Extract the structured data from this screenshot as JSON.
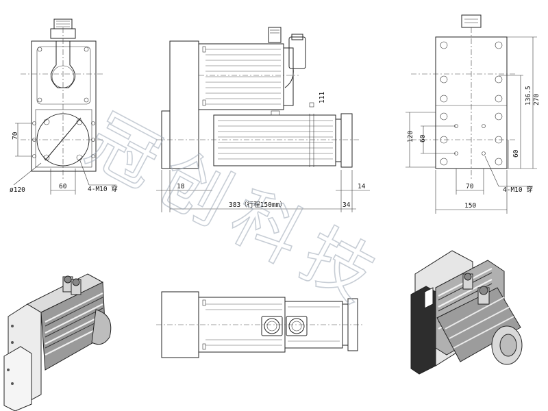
{
  "watermark": "冠创科技",
  "front_view": {
    "dim_70": "70",
    "dim_120": "ø120",
    "dim_60": "60",
    "dim_holes": "4-M10 穿"
  },
  "side_view": {
    "dim_111": "111",
    "dim_18": "18",
    "dim_14": "14",
    "dim_total": "383（行程150mm）",
    "dim_34": "34"
  },
  "rear_view": {
    "dim_270": "270",
    "dim_136_5": "136.5",
    "dim_120": "120",
    "dim_60_left": "60",
    "dim_60_right": "60",
    "dim_70": "70",
    "dim_holes": "4-M10 穿",
    "dim_150": "150"
  },
  "colors": {
    "line": "#222222",
    "watermark": "#9aa6b4",
    "iso_dark": "#2a2a2a",
    "iso_light": "#f2f2f2"
  }
}
